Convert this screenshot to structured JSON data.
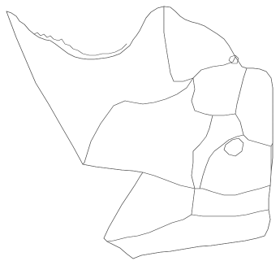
{
  "map": {
    "background_color": "#ffffff",
    "boundary_color": "#4a4a4a",
    "fill_color": "#ffffff",
    "labels": [],
    "regions": [
      {
        "id": "west-region"
      },
      {
        "id": "central-west-region"
      },
      {
        "id": "north-river-region"
      },
      {
        "id": "north-central-region"
      },
      {
        "id": "north-east-region"
      },
      {
        "id": "central-region"
      },
      {
        "id": "central-east-region"
      },
      {
        "id": "east-region"
      },
      {
        "id": "small-enclave-region"
      },
      {
        "id": "south-west-region"
      },
      {
        "id": "south-central-region"
      },
      {
        "id": "south-east-region"
      },
      {
        "id": "south-coast-region"
      }
    ]
  }
}
